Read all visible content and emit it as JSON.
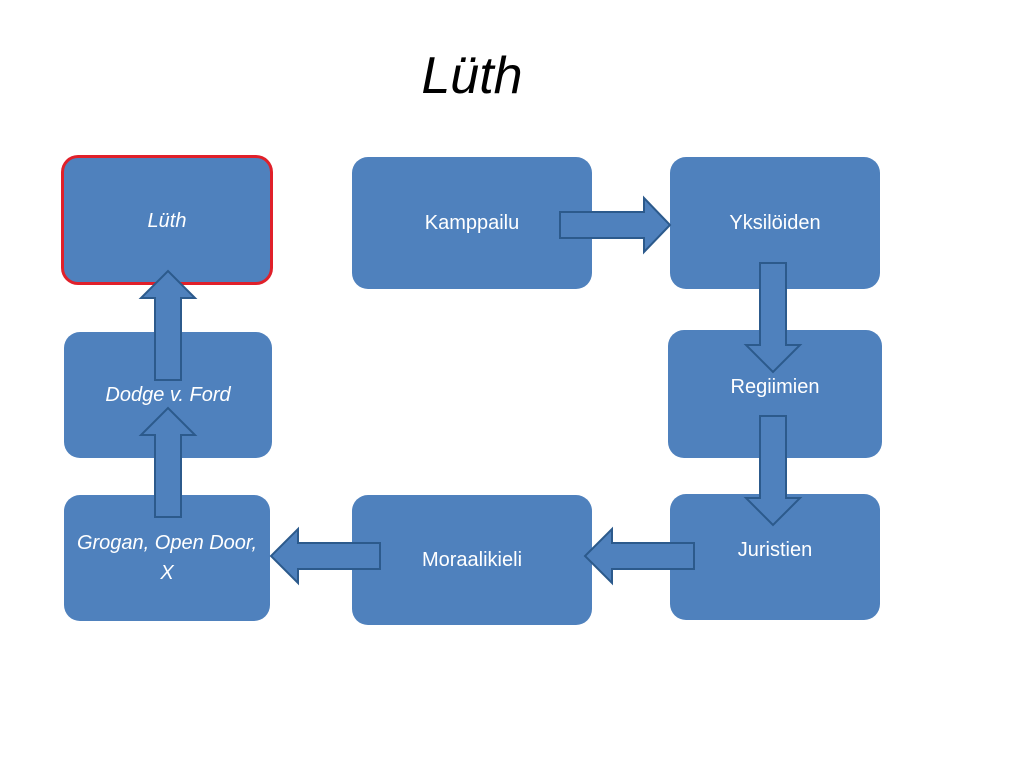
{
  "title": "Lüth",
  "nodes": {
    "luth": "Lüth",
    "dodge": "Dodge v. Ford",
    "grogan": "Grogan, Open Door, X",
    "kamppailu": "Kamppailu",
    "yksiloiden": "Yksilöiden",
    "regiimien": "Regiimien",
    "juristien": "Juristien",
    "moraalikieli": "Moraalikieli"
  },
  "colors": {
    "box_fill": "#4f81bd",
    "arrow_stroke": "#2c5a8c",
    "highlight_border": "#e0202a"
  },
  "flow": [
    "Kamppailu",
    "Yksilöiden",
    "Regiimien",
    "Juristien",
    "Moraalikieli",
    "Grogan, Open Door, X",
    "Dodge v. Ford",
    "Lüth"
  ]
}
